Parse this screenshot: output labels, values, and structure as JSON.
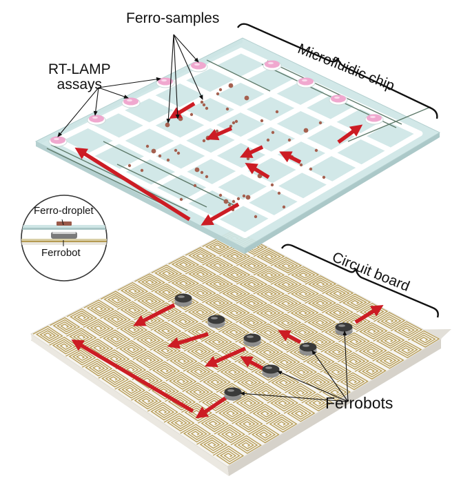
{
  "labels": {
    "rt_lamp": [
      "RT-LAMP",
      "assays"
    ],
    "ferro_samples": "Ferro-samples",
    "microfluidic_chip": "Microfluidic chip",
    "ferro_droplet": "Ferro-droplet",
    "ferrobot": "Ferrobot",
    "circuit_board": "Circuit board",
    "ferrobots": "Ferrobots"
  },
  "colors": {
    "chip_fill": "#cfe6e6",
    "assay_pink": "#f0a8cf",
    "sample_brown": "#a5604f",
    "arrow_red": "#cc1c24",
    "coil_gold": "#b59a52",
    "board_fill": "#f6f4ef",
    "ferrobot_dark": "#3a3a3a"
  },
  "icons": [
    "red-arrow",
    "pink-assay-well",
    "coil-icon",
    "ferrobot-disk",
    "curly-brace"
  ]
}
